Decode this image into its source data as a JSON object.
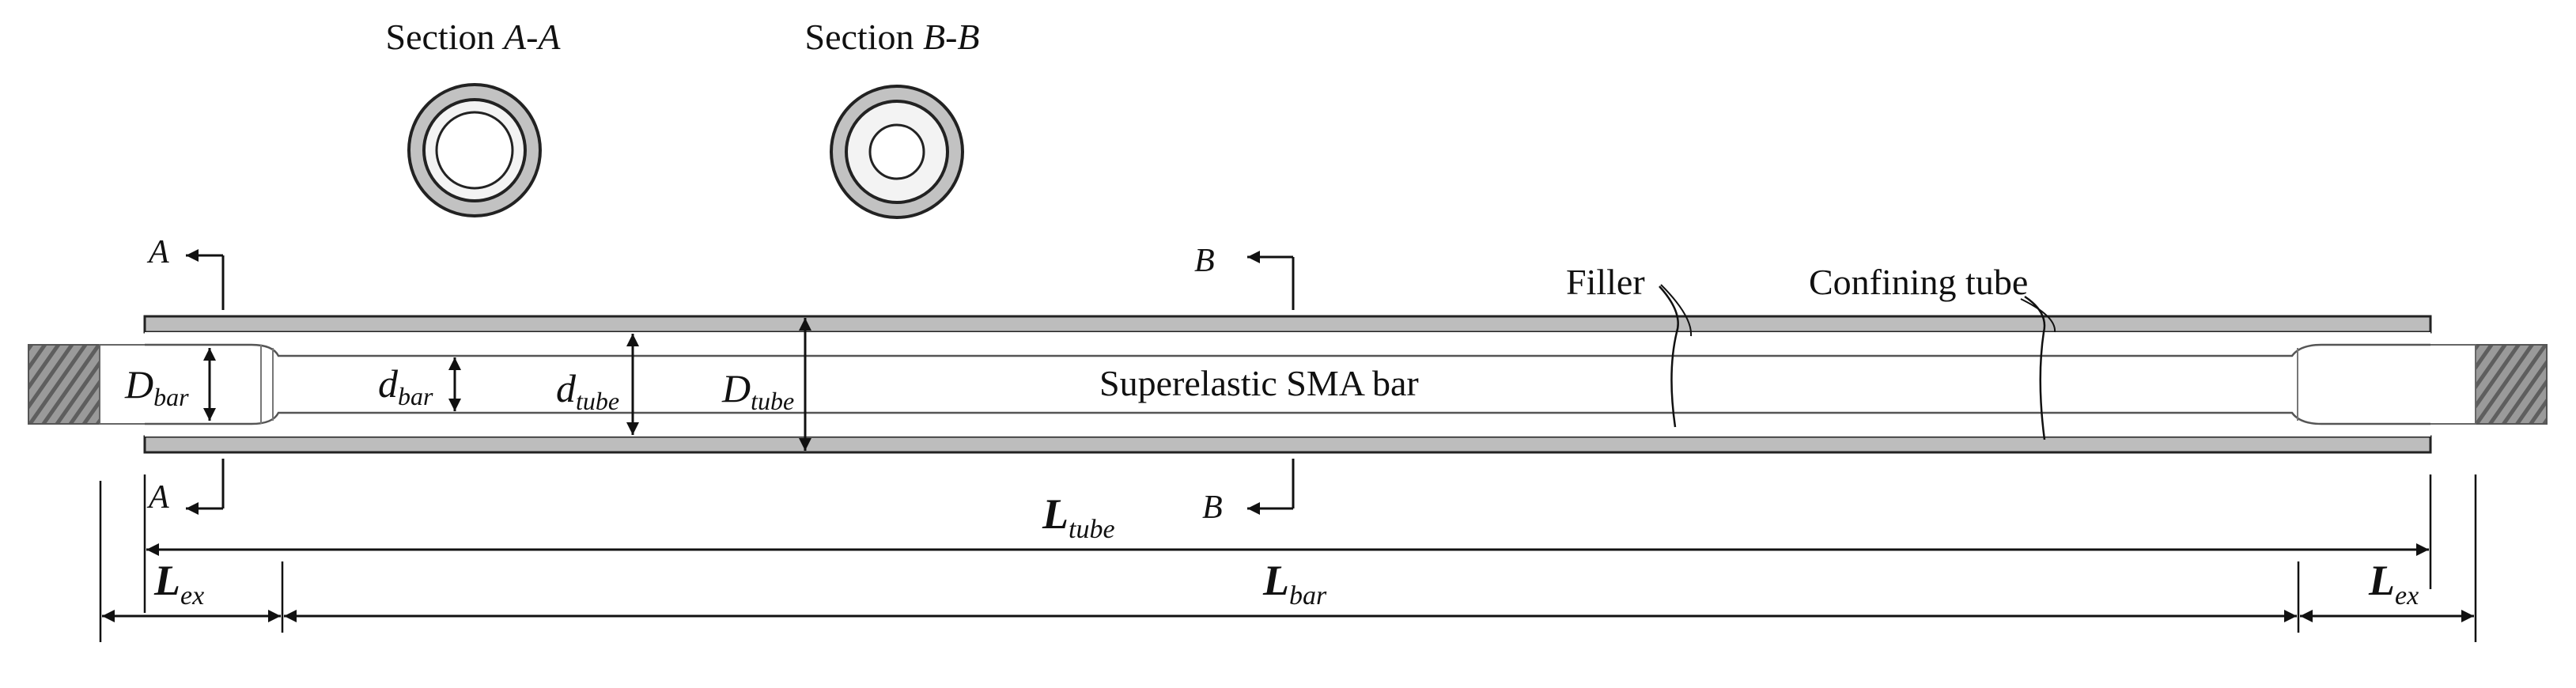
{
  "sections": {
    "a": {
      "prefix": "Section ",
      "letter": "A-A"
    },
    "b": {
      "prefix": "Section ",
      "letter": "B-B"
    }
  },
  "cut_markers": {
    "a_top": "A",
    "a_bottom": "A",
    "b_top": "B",
    "b_bottom": "B"
  },
  "labels": {
    "filler": "Filler",
    "confining_tube": "Confining tube",
    "bar_name": "Superelastic SMA bar"
  },
  "dimensions": {
    "D_bar": {
      "main": "D",
      "sub": "bar"
    },
    "d_bar": {
      "main": "d",
      "sub": "bar"
    },
    "d_tube": {
      "main": "d",
      "sub": "tube"
    },
    "D_tube": {
      "main": "D",
      "sub": "tube"
    },
    "L_tube": {
      "main": "L",
      "sub": "tube"
    },
    "L_bar": {
      "main": "L",
      "sub": "bar"
    },
    "L_ex_left": {
      "main": "L",
      "sub": "ex"
    },
    "L_ex_right": {
      "main": "L",
      "sub": "ex"
    }
  },
  "colors": {
    "tube_wall": "#bdbdbd",
    "filler": "#ffffff",
    "outline": "#222222",
    "thread": "#8c8c8c"
  }
}
